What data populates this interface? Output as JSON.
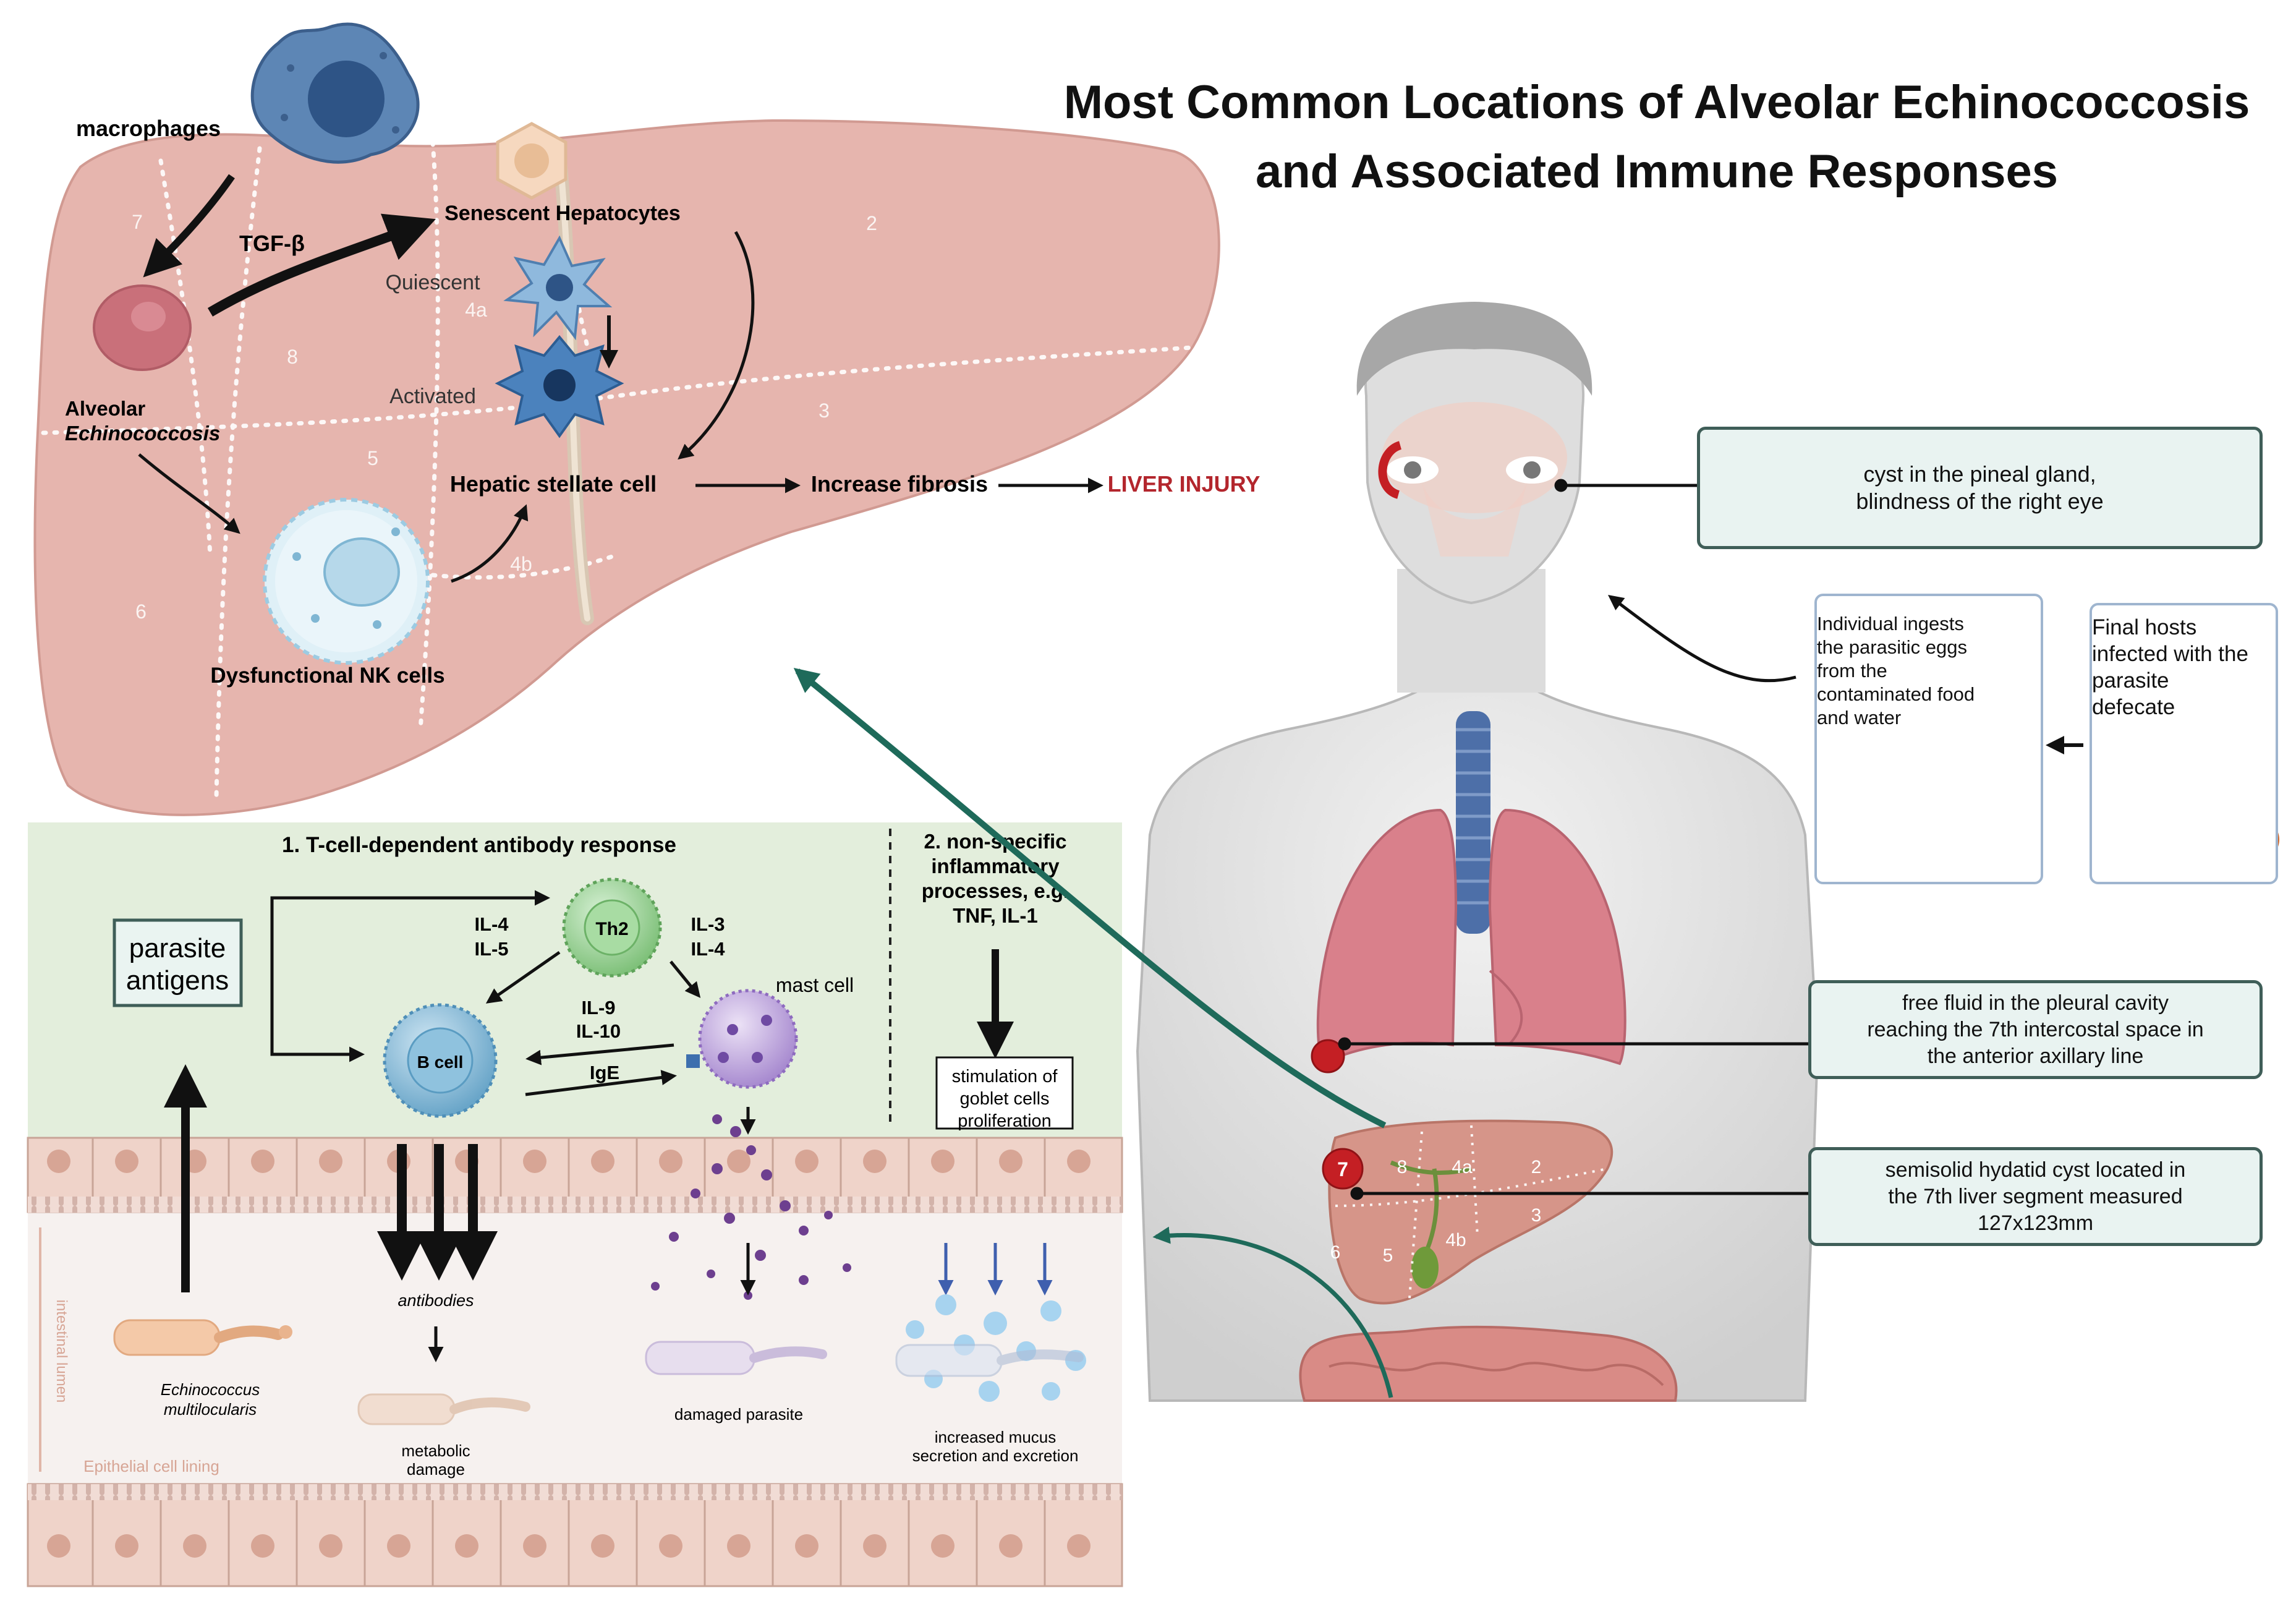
{
  "title": {
    "line1": "Most Common Locations of Alveolar Echinococcosis",
    "line2": "and Associated Immune Responses"
  },
  "liver_panel": {
    "macrophages": "macrophages",
    "tgf_beta": "TGF-β",
    "senescent_hepatocytes": "Senescent Hepatocytes",
    "quiescent": "Quiescent",
    "activated": "Activated",
    "alveolar": "Alveolar",
    "echinococcosis": "Echinococcosis",
    "hepatic_stellate_cell": "Hepatic stellate cell",
    "increase_fibrosis": "Increase fibrosis",
    "liver_injury": "LIVER INJURY",
    "dysfunctional_nk": "Dysfunctional NK cells",
    "segments": {
      "s7": "7",
      "s2": "2",
      "s4a": "4a",
      "s8": "8",
      "s3": "3",
      "s5": "5",
      "s4b": "4b",
      "s6": "6"
    }
  },
  "immune_panel": {
    "heading1": "1. T-cell-dependent antibody response",
    "heading2_lines": [
      "2. non-specific",
      "inflammatory",
      "processes, e.g.",
      "TNF, IL-1"
    ],
    "parasite_antigens_lines": [
      "parasite",
      "antigens"
    ],
    "th2": "Th2",
    "b_cell": "B cell",
    "mast_cell": "mast cell",
    "il4": "IL-4",
    "il5": "IL-5",
    "il3": "IL-3",
    "il4b": "IL-4",
    "il9": "IL-9",
    "il10": "IL-10",
    "ige": "IgE",
    "goblet_lines": [
      "stimulation of",
      "goblet cells",
      "proliferation"
    ],
    "antibodies": "antibodies",
    "echinococcus_lines": [
      "Echinococcus",
      "multilocularis"
    ],
    "metabolic_lines": [
      "metabolic",
      "damage"
    ],
    "damaged_parasite": "damaged parasite",
    "mucus_lines": [
      "increased mucus",
      "secretion and excretion"
    ],
    "intestinal_lumen": "intestinal lumen",
    "epithelial_lining": "Epithelial cell lining"
  },
  "body_panel": {
    "liver_segments": {
      "s7": "7",
      "s8": "8",
      "s4a": "4a",
      "s2": "2",
      "s3": "3",
      "s6": "6",
      "s5": "5",
      "s4b": "4b"
    }
  },
  "callouts": {
    "pineal": [
      "cyst in the pineal gland,",
      "blindness of the right eye"
    ],
    "pleural": [
      "free fluid in the pleural cavity",
      "reaching the 7th intercostal space in",
      "the anterior axillary line"
    ],
    "hydatid": [
      "semisolid hydatid cyst located in",
      "the 7th liver segment measured",
      "127x123mm"
    ]
  },
  "cards": {
    "ingest": [
      "Individual ingests",
      "the parasitic eggs",
      "from the",
      "contaminated food",
      "and water"
    ],
    "hosts": [
      "Final hosts",
      "infected with the",
      "parasite",
      "defecate"
    ]
  },
  "colors": {
    "liver_fill": "#e6b5ae",
    "immune_bg": "#e3eedc",
    "teal_arrow": "#1e6a5a",
    "liver_injury": "#b3262d",
    "callout_border": "#3f5e58",
    "lung": "#d9808b",
    "cyst_red": "#c41f24"
  }
}
